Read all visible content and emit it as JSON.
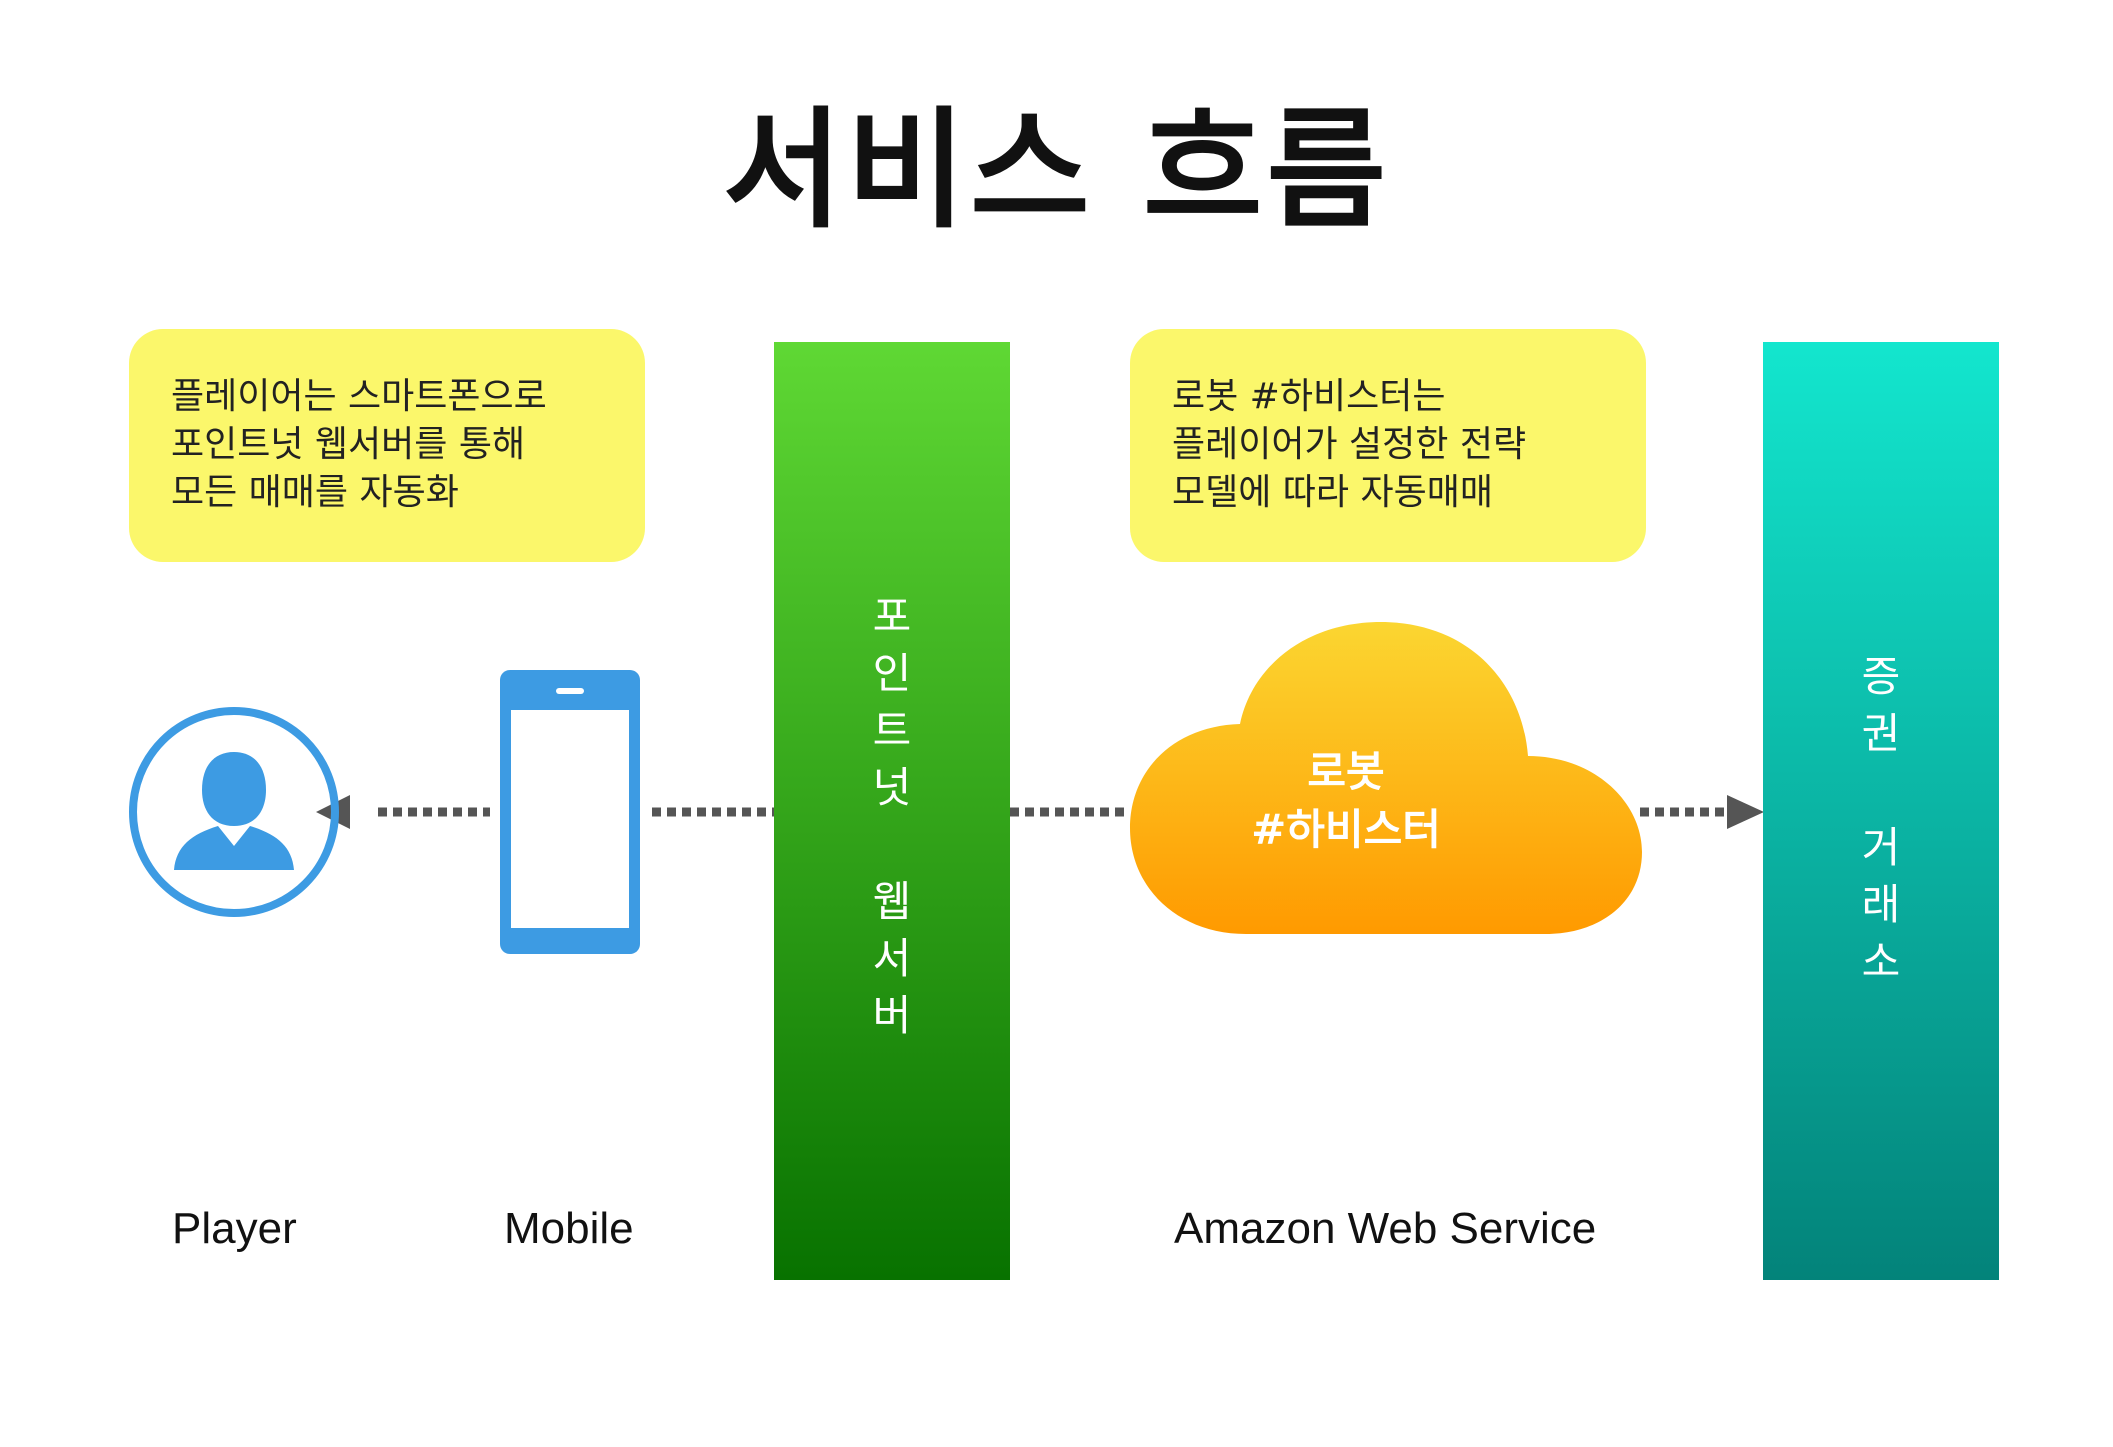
{
  "title": "서비스 흐름",
  "notes": {
    "player": [
      "플레이어는 스마트폰으로",
      "포인트넛 웹서버를 통해",
      "모든 매매를 자동화"
    ],
    "robot": [
      "로봇 #하비스터는",
      "플레이어가 설정한 전략",
      "모델에 따라 자동매매"
    ]
  },
  "columns": {
    "webserver": {
      "chars": [
        "포",
        "인",
        "트",
        "넛",
        "",
        "웹",
        "서",
        "버"
      ],
      "colors": [
        "#5fd834",
        "#087200"
      ]
    },
    "exchange": {
      "chars": [
        "증",
        "권",
        "",
        "거",
        "래",
        "소"
      ],
      "colors": [
        "#13e6ce",
        "#03837a"
      ]
    }
  },
  "cloud": {
    "lines": [
      "로봇",
      "#하비스터"
    ],
    "colors": [
      "#fbd631",
      "#ff9a00"
    ]
  },
  "labels": {
    "player": "Player",
    "mobile": "Mobile",
    "aws": "Amazon Web Service"
  },
  "icons": {
    "player": "user-avatar-icon",
    "mobile": "smartphone-icon",
    "cloud": "cloud-icon"
  },
  "colors": {
    "note_bg": "#fbf76b",
    "icon_blue": "#3d9be3",
    "connector": "#555555"
  }
}
